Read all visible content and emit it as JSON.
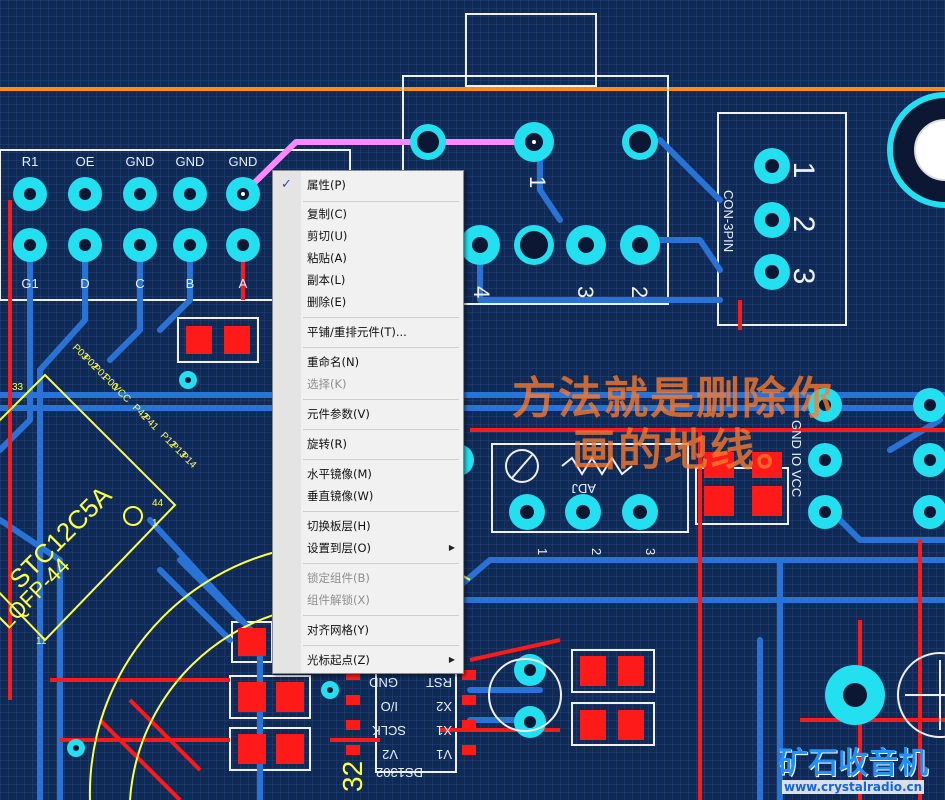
{
  "colors": {
    "board_bg": "#0f2a55",
    "grid": "#2b4c86",
    "trace_blue": "#2a73d6",
    "trace_red": "#ff1a1a",
    "pad_cyan": "#22e0f0",
    "silk_yellow": "#ffff44",
    "highlight_trace": "#ff88ff",
    "board_outline": "#ff8c1a",
    "annotation": "#ff7a2a"
  },
  "board": {
    "top_labels": [
      "R1",
      "OE",
      "GND",
      "GND",
      "GND"
    ],
    "bottom_labels": [
      "G1",
      "D",
      "C",
      "B",
      "A"
    ],
    "connector_label": "CON-3PIN",
    "connector_pins": [
      "1",
      "2",
      "3"
    ],
    "switch_pins": [
      "1",
      "4",
      "3",
      "2"
    ],
    "pot_label": "ADJ",
    "pot_pins": [
      "1",
      "2",
      "3"
    ],
    "ic_text": [
      "STC12C5A",
      "LQFP-44"
    ],
    "ic_pin_labels": [
      "P03",
      "P02",
      "P01",
      "P00",
      "VCC",
      "P42",
      "P41",
      "P12",
      "P13",
      "P14"
    ],
    "ic_pin_numbers": [
      "33",
      "44",
      "1",
      "11"
    ],
    "chip_label": "DS1302",
    "chip_pins": [
      "GND",
      "I/O",
      "SCLK",
      "V2",
      "X2",
      "X1",
      "V1",
      "RST"
    ],
    "side_labels": "GND IO VCC",
    "side_number": "32"
  },
  "context_menu": {
    "items": [
      {
        "label": "属性(P)",
        "checked": true,
        "disabled": false,
        "submenu": false
      },
      {
        "label": "复制(C)",
        "checked": false,
        "disabled": false,
        "submenu": false
      },
      {
        "label": "剪切(U)",
        "checked": false,
        "disabled": false,
        "submenu": false
      },
      {
        "label": "粘贴(A)",
        "checked": false,
        "disabled": false,
        "submenu": false
      },
      {
        "label": "副本(L)",
        "checked": false,
        "disabled": false,
        "submenu": false
      },
      {
        "label": "删除(E)",
        "checked": false,
        "disabled": false,
        "submenu": false
      },
      {
        "label": "平铺/重排元件(T)...",
        "checked": false,
        "disabled": false,
        "submenu": false
      },
      {
        "label": "重命名(N)",
        "checked": false,
        "disabled": false,
        "submenu": false
      },
      {
        "label": "选择(K)",
        "checked": false,
        "disabled": true,
        "submenu": false
      },
      {
        "label": "元件参数(V)",
        "checked": false,
        "disabled": false,
        "submenu": false
      },
      {
        "label": "旋转(R)",
        "checked": false,
        "disabled": false,
        "submenu": false
      },
      {
        "label": "水平镜像(M)",
        "checked": false,
        "disabled": false,
        "submenu": false
      },
      {
        "label": "垂直镜像(W)",
        "checked": false,
        "disabled": false,
        "submenu": false
      },
      {
        "label": "切换板层(H)",
        "checked": false,
        "disabled": false,
        "submenu": false
      },
      {
        "label": "设置到层(O)",
        "checked": false,
        "disabled": false,
        "submenu": true
      },
      {
        "label": "锁定组件(B)",
        "checked": false,
        "disabled": true,
        "submenu": false
      },
      {
        "label": "组件解锁(X)",
        "checked": false,
        "disabled": true,
        "submenu": false
      },
      {
        "label": "对齐网格(Y)",
        "checked": false,
        "disabled": false,
        "submenu": false
      },
      {
        "label": "光标起点(Z)",
        "checked": false,
        "disabled": false,
        "submenu": true
      }
    ]
  },
  "annotation": {
    "line1": "方法就是删除你",
    "line2": "画的地线。"
  },
  "watermark": {
    "title": "矿石收音机",
    "url": "www.crystalradio.cn"
  }
}
